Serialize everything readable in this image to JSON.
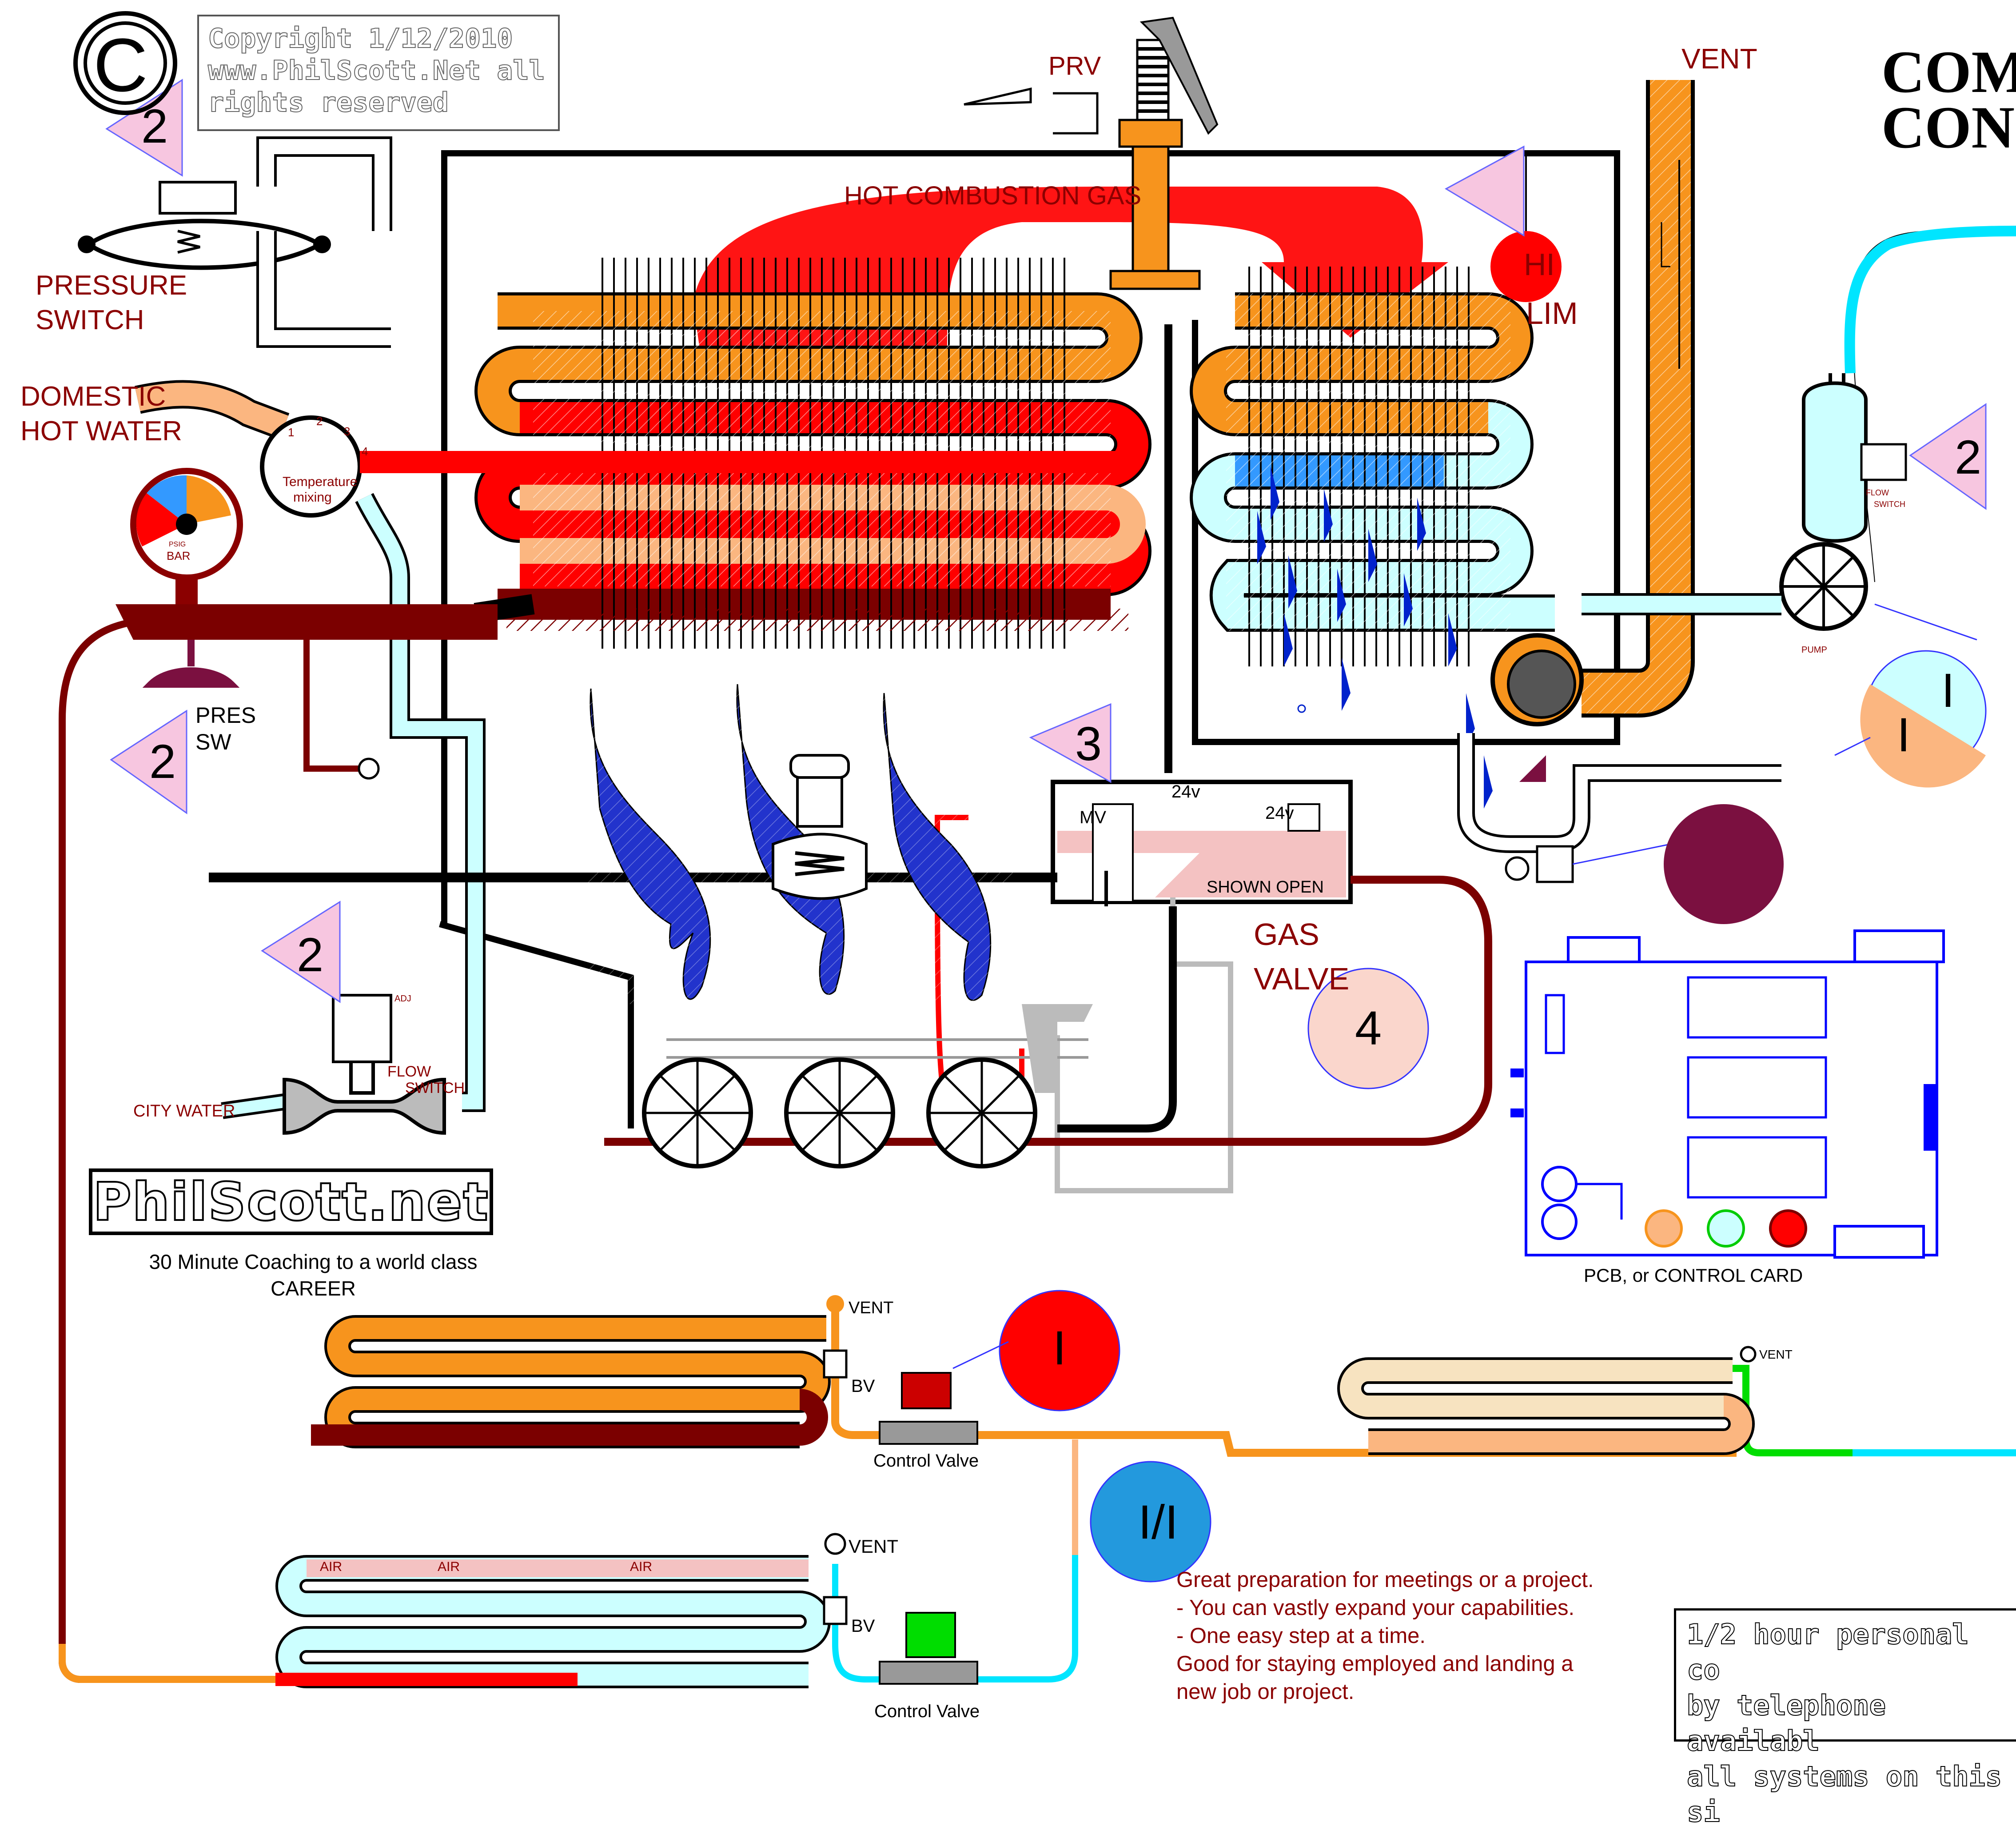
{
  "title": {
    "line1": "COM",
    "line2": "CON"
  },
  "copyright": {
    "line1": "Copyright 1/12/2010",
    "line2": "www.PhilScott.Net all",
    "line3": "rights reserved",
    "symbol": "C"
  },
  "brand": {
    "logo": "PhilScott.net",
    "tagline_line1": "30 Minute Coaching to a world class",
    "tagline_line2": "CAREER"
  },
  "labels": {
    "prv": "PRV",
    "vent_main": "VENT",
    "hot_combustion_gas": "HOT COMBUSTION GAS",
    "hi_lim_hi": "HI",
    "hi_lim_lim": "LIM",
    "pressure_switch_1": "PRESSURE",
    "pressure_switch_2": "SWITCH",
    "domestic_1": "DOMESTIC",
    "domestic_2": "HOT WATER",
    "temperature_mixing_1": "Temperature",
    "temperature_mixing_2": "mixing",
    "mix_1": "1",
    "mix_2": "2",
    "mix_3": "3",
    "mix_4": "4",
    "gauge_psig": "PSIG",
    "gauge_bar": "BAR",
    "pres_sw_1": "PRES",
    "pres_sw_2": "SW",
    "city_water": "CITY WATER",
    "flow_switch_1": "FLOW",
    "flow_switch_2": "SWITCH",
    "adj": "ADJ",
    "valve_24v_a": "24v",
    "valve_24v_b": "24v",
    "valve_mv": "MV",
    "shown_open": "SHOWN OPEN",
    "gas_1": "GAS",
    "gas_2": "VALVE",
    "flow_switch_r1": "FLOW",
    "flow_switch_r2": "SWITCH",
    "pump": "PUMP",
    "pcb": "PCB, or CONTROL CARD",
    "vent_a": "VENT",
    "vent_b": "VENT",
    "vent_c": "VENT",
    "bv_a": "BV",
    "bv_b": "BV",
    "control_valve_a": "Control Valve",
    "control_valve_b": "Control Valve",
    "air_1": "AIR",
    "air_2": "AIR",
    "air_3": "AIR"
  },
  "badges": {
    "b1": "2",
    "b2": "2",
    "b3": "2",
    "b4": "2",
    "b5": "3",
    "b6": "4",
    "circle_i": "I",
    "circle_ii": "I/I",
    "split_top": "I",
    "split_bottom": "I"
  },
  "promo": {
    "line1": "Great preparation for meetings or a project.",
    "line2": "- You can vastly expand your capabilities.",
    "line3": "- One easy step at a time.",
    "line4": "Good for staying employed and landing a",
    "line5": "new job or project."
  },
  "promo_right": {
    "line1": "1/2 hour personal co",
    "line2": "by telephone availabl",
    "line3": "all systems on this si"
  },
  "colors": {
    "orange": "#f7941d",
    "red": "#ff0000",
    "dark_red": "#7b0000",
    "light_cyan": "#ccffff",
    "blue": "#0000ff",
    "pink": "#f7c6e0",
    "green": "#00cc00",
    "maroon": "#7b1040"
  }
}
